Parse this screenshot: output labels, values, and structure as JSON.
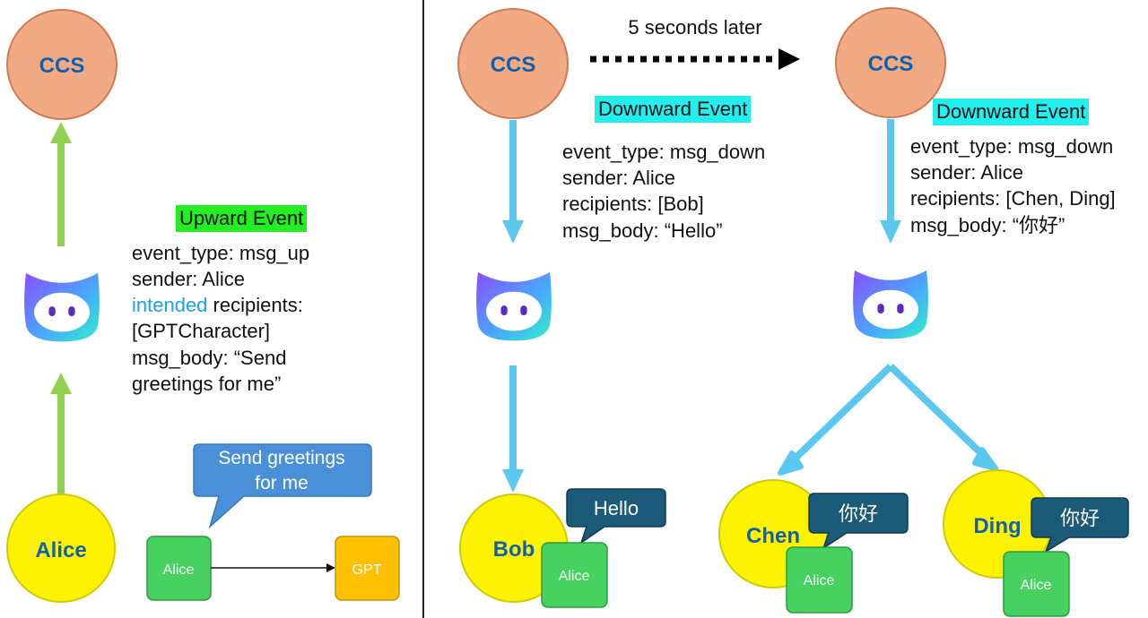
{
  "nodes": {
    "ccs_left": "CCS",
    "ccs_mid": "CCS",
    "ccs_right": "CCS",
    "alice": "Alice",
    "bob": "Bob",
    "chen": "Chen",
    "ding": "Ding"
  },
  "upward": {
    "label": "Upward Event",
    "line1": "event_type: msg_up",
    "line2": "sender: Alice",
    "line3_accent": "intended",
    "line3_rest": " recipients:",
    "line4": "[GPTCharacter]",
    "line5": "msg_body: “Send",
    "line6": "greetings for me”"
  },
  "gpt_flow": {
    "bubble_line1": "Send greetings",
    "bubble_line2": "for me",
    "from": "Alice",
    "to": "GPT"
  },
  "transition": "5 seconds later",
  "downward_bob": {
    "label": "Downward Event",
    "line1": "event_type: msg_down",
    "line2": "sender: Alice",
    "line3": "recipients: [Bob]",
    "line4": "msg_body: “Hello”"
  },
  "downward_group": {
    "label": "Downward Event",
    "line1": "event_type: msg_down",
    "line2": "sender: Alice",
    "line3": "recipients: [Chen, Ding]",
    "line4": "msg_body: “你好”"
  },
  "bubbles": {
    "bob": "Hello",
    "chen": "你好",
    "ding": "你好"
  },
  "alice_tags": {
    "bob": "Alice",
    "chen": "Alice",
    "ding": "Alice"
  },
  "icons": {
    "bot": "bot-icon"
  },
  "colors": {
    "ccs_fill": "#f2aa84",
    "user_fill": "#fff200",
    "up_arrow": "#92d050",
    "down_arrow": "#5bc8f0",
    "text_blue": "#1060b0",
    "alice_box": "#46d160",
    "gpt_box": "#ffc000",
    "bubble_dark": "#1b5a78",
    "bubble_blue": "#4a90d9"
  }
}
